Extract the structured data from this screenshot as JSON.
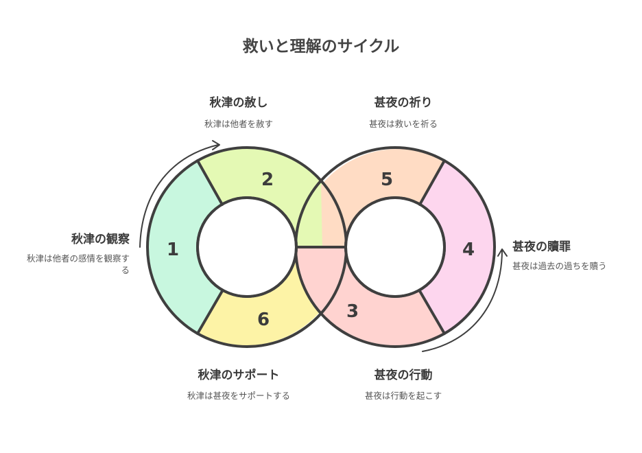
{
  "title": "救いと理解のサイクル",
  "colors": {
    "seg1": "#c8f7df",
    "seg2": "#e4f9b4",
    "seg3": "#ffd3d0",
    "seg4": "#fdd6ee",
    "seg5": "#ffdcc4",
    "seg6": "#fdf3a6",
    "outline": "#3f3f3f"
  },
  "steps": {
    "s1": {
      "number": "1",
      "title": "秋津の観察",
      "desc": "秋津は他者の感情を観察する"
    },
    "s2": {
      "number": "2",
      "title": "秋津の赦し",
      "desc": "秋津は他者を赦す"
    },
    "s3": {
      "number": "3",
      "title": "甚夜の行動",
      "desc": "甚夜は行動を起こす"
    },
    "s4": {
      "number": "4",
      "title": "甚夜の贖罪",
      "desc": "甚夜は過去の過ちを贖う"
    },
    "s5": {
      "number": "5",
      "title": "甚夜の祈り",
      "desc": "甚夜は救いを祈る"
    },
    "s6": {
      "number": "6",
      "title": "秋津のサポート",
      "desc": "秋津は甚夜をサポートする"
    }
  }
}
